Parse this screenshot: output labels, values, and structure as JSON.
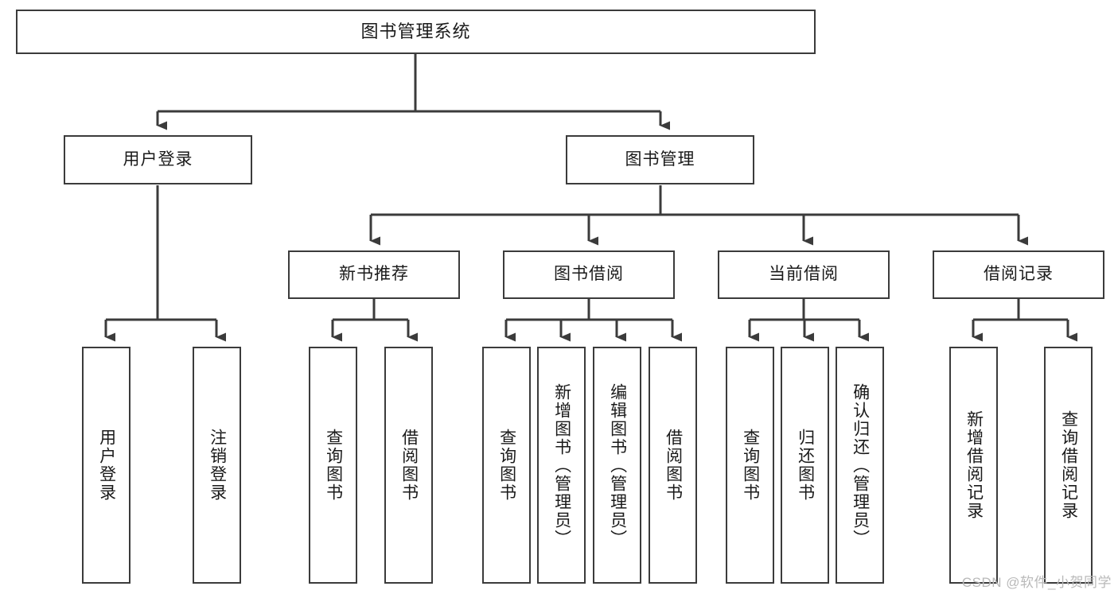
{
  "diagram": {
    "type": "tree-hierarchy",
    "title": "图书管理系统",
    "watermark": "CSDN @软件_小贺同学",
    "colors": {
      "box_border": "#3b3b3b",
      "box_fill": "#ffffff",
      "line": "#3b3b3b",
      "text": "#1a1a1a",
      "watermark": "#b9b9b9"
    },
    "levels": {
      "root": {
        "label": "图书管理系统"
      },
      "level2": [
        {
          "label": "用户登录"
        },
        {
          "label": "图书管理"
        }
      ],
      "level3": [
        {
          "label": "新书推荐"
        },
        {
          "label": "图书借阅"
        },
        {
          "label": "当前借阅"
        },
        {
          "label": "借阅记录"
        }
      ],
      "leaves": [
        {
          "label": "用户登录",
          "parent": "用户登录"
        },
        {
          "label": "注销登录",
          "parent": "用户登录"
        },
        {
          "label": "查询图书",
          "parent": "新书推荐"
        },
        {
          "label": "借阅图书",
          "parent": "新书推荐"
        },
        {
          "label": "查询图书",
          "parent": "图书借阅"
        },
        {
          "label": "新增图书（管理员）",
          "parent": "图书借阅"
        },
        {
          "label": "编辑图书（管理员）",
          "parent": "图书借阅"
        },
        {
          "label": "借阅图书",
          "parent": "图书借阅"
        },
        {
          "label": "查询图书",
          "parent": "当前借阅"
        },
        {
          "label": "归还图书",
          "parent": "当前借阅"
        },
        {
          "label": "确认归还（管理员）",
          "parent": "当前借阅"
        },
        {
          "label": "新增借阅记录",
          "parent": "借阅记录"
        },
        {
          "label": "查询借阅记录",
          "parent": "借阅记录"
        }
      ]
    }
  }
}
